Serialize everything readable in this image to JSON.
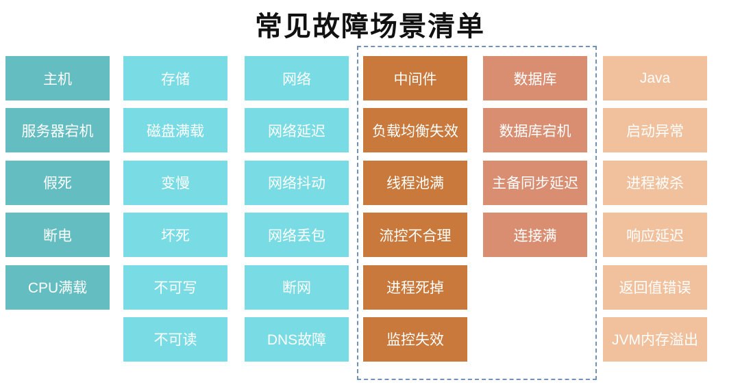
{
  "title": "常见故障场景清单",
  "colors": {
    "host_box": "#63BDC1",
    "storage_network_box": "#79DCE4",
    "middleware_box": "#C8793B",
    "database_box": "#D98E72",
    "java_box": "#F0C19C",
    "group_frame_border": "#7191BC",
    "box_text": "#FFFFFF",
    "title_text": "#111111",
    "background": "#FFFFFF"
  },
  "highlight_group": "middleware-and-database columns enclosed by blue dashed frame",
  "columns": [
    {
      "id": "host",
      "header": "主机",
      "items": [
        "主机",
        "服务器宕机",
        "假死",
        "断电",
        "CPU满载"
      ]
    },
    {
      "id": "storage",
      "header": "存储",
      "items": [
        "存储",
        "磁盘满载",
        "变慢",
        "坏死",
        "不可写",
        "不可读"
      ]
    },
    {
      "id": "network",
      "header": "网络",
      "items": [
        "网络",
        "网络延迟",
        "网络抖动",
        "网络丢包",
        "断网",
        "DNS故障"
      ]
    },
    {
      "id": "middleware",
      "header": "中间件",
      "highlighted": true,
      "items": [
        "中间件",
        "负载均衡失效",
        "线程池满",
        "流控不合理",
        "进程死掉",
        "监控失效"
      ]
    },
    {
      "id": "database",
      "header": "数据库",
      "highlighted": true,
      "items": [
        "数据库",
        "数据库宕机",
        "主备同步延迟",
        "连接满"
      ]
    },
    {
      "id": "java",
      "header": "Java",
      "items": [
        "Java",
        "启动异常",
        "进程被杀",
        "响应延迟",
        "返回值错误",
        "JVM内存溢出"
      ]
    }
  ]
}
